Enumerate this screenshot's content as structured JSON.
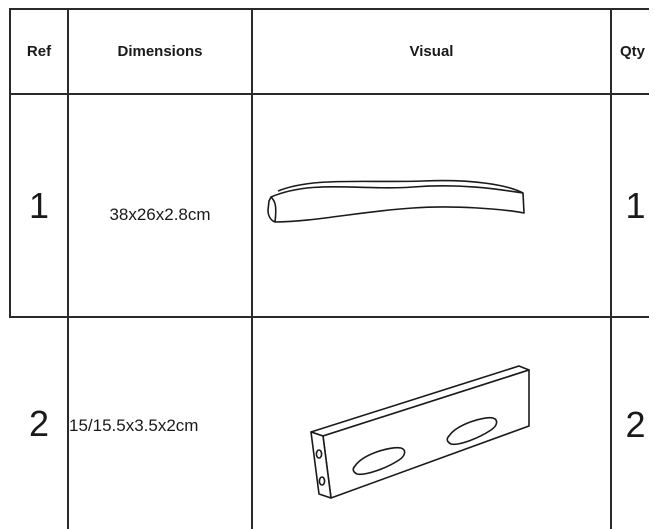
{
  "table": {
    "headers": {
      "ref": "Ref",
      "dimensions": "Dimensions",
      "visual": "Visual",
      "qty": "Qty"
    },
    "rows": [
      {
        "ref": "1",
        "dimensions": "38x26x2.8cm",
        "visual_icon": "curved-slat-icon",
        "qty": "1"
      },
      {
        "ref": "2",
        "dimensions": "15/15.5x3.5x2cm",
        "visual_icon": "slotted-bracket-icon",
        "qty": "2"
      }
    ]
  }
}
